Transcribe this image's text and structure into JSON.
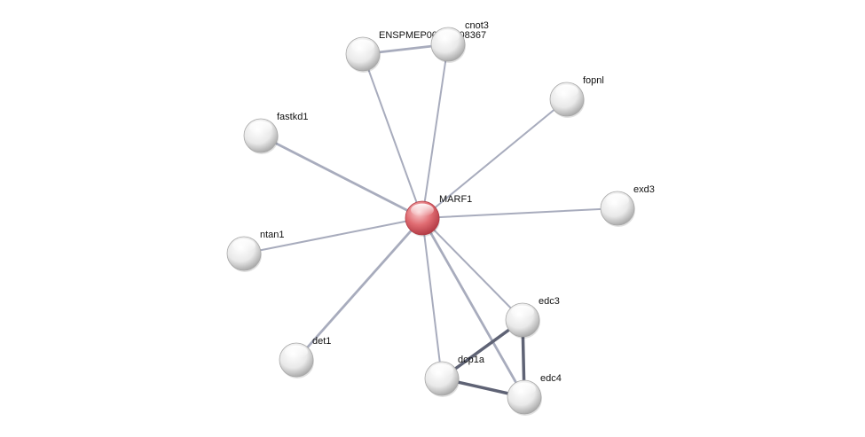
{
  "colors": {
    "background": "#ffffff",
    "query_node": "#e06c72",
    "query_node_light": "#fbd0d2",
    "query_node_dark": "#b23a44",
    "neighbor_node": "#e9e9e9",
    "neighbor_node_light": "#ffffff",
    "neighbor_node_dark": "#a8a8a8",
    "edge_light": "#a8acbd",
    "edge_dark": "#5f6375"
  },
  "network": {
    "nodes": [
      {
        "id": "MARF1",
        "label": "MARF1",
        "query": true
      },
      {
        "id": "ENSPMEP",
        "label": "ENSPMEP00000008367",
        "query": false
      },
      {
        "id": "cnot3",
        "label": "cnot3",
        "query": false
      },
      {
        "id": "fopnl",
        "label": "fopnl",
        "query": false
      },
      {
        "id": "fastkd1",
        "label": "fastkd1",
        "query": false
      },
      {
        "id": "exd3",
        "label": "exd3",
        "query": false
      },
      {
        "id": "ntan1",
        "label": "ntan1",
        "query": false
      },
      {
        "id": "edc3",
        "label": "edc3",
        "query": false
      },
      {
        "id": "dcp1a",
        "label": "dcp1a",
        "query": false
      },
      {
        "id": "det1",
        "label": "det1",
        "query": false
      },
      {
        "id": "edc4",
        "label": "edc4",
        "query": false
      }
    ],
    "edges": [
      {
        "source": "MARF1",
        "target": "ENSPMEP",
        "strength": "light"
      },
      {
        "source": "MARF1",
        "target": "cnot3",
        "strength": "light"
      },
      {
        "source": "MARF1",
        "target": "fopnl",
        "strength": "light"
      },
      {
        "source": "MARF1",
        "target": "fastkd1",
        "strength": "medium"
      },
      {
        "source": "MARF1",
        "target": "exd3",
        "strength": "light"
      },
      {
        "source": "MARF1",
        "target": "ntan1",
        "strength": "light"
      },
      {
        "source": "MARF1",
        "target": "edc3",
        "strength": "light"
      },
      {
        "source": "MARF1",
        "target": "dcp1a",
        "strength": "light"
      },
      {
        "source": "MARF1",
        "target": "det1",
        "strength": "medium"
      },
      {
        "source": "MARF1",
        "target": "edc4",
        "strength": "medium"
      },
      {
        "source": "ENSPMEP",
        "target": "cnot3",
        "strength": "medium"
      },
      {
        "source": "edc3",
        "target": "dcp1a",
        "strength": "strong"
      },
      {
        "source": "edc3",
        "target": "edc4",
        "strength": "strong"
      },
      {
        "source": "dcp1a",
        "target": "edc4",
        "strength": "strong"
      }
    ]
  }
}
